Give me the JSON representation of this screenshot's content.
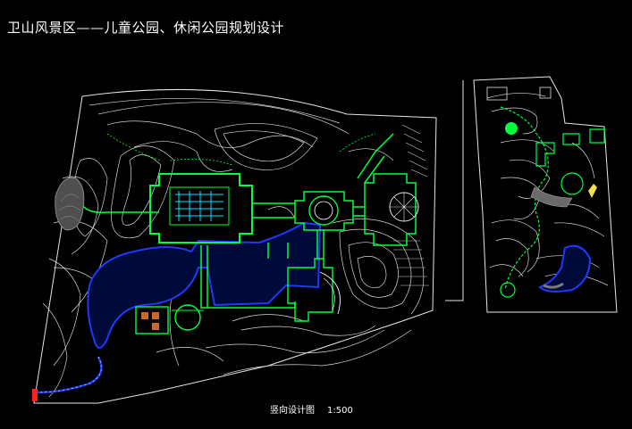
{
  "title": "卫山风景区——儿童公园、休闲公园规划设计",
  "drawing_label": "竖向设计图",
  "scale": "1:500",
  "colors": {
    "background": "#000000",
    "contour": "#e6e6e6",
    "paving": "#00ff3c",
    "water_fill": "#000a3a",
    "water_edge": "#1c3bff",
    "cyan": "#00e5ff",
    "text": "#ffffff"
  }
}
